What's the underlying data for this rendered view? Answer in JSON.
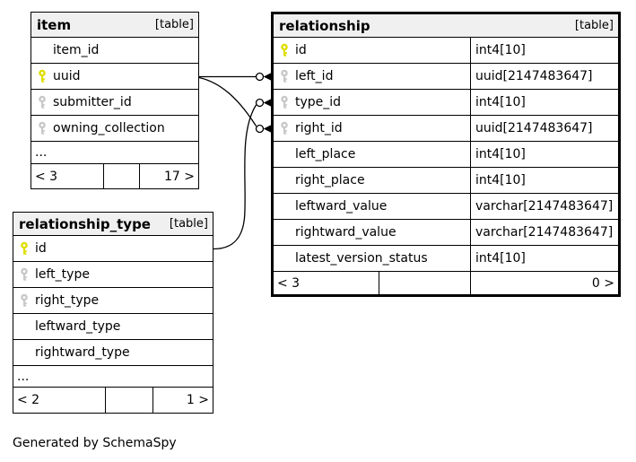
{
  "page": {
    "generated_note": "Generated by SchemaSpy"
  },
  "colors": {
    "primary_key": "#dede00",
    "foreign_key": "#c8c8c8",
    "header_bg": "#f0f0f0",
    "border": "#000000",
    "background": "#ffffff"
  },
  "tables": {
    "item": {
      "name": "item",
      "tag": "[table]",
      "columns": [
        {
          "name": "item_id",
          "key": "none"
        },
        {
          "name": "uuid",
          "key": "pk"
        },
        {
          "name": "submitter_id",
          "key": "fk"
        },
        {
          "name": "owning_collection",
          "key": "fk"
        }
      ],
      "ellipsis": "...",
      "footer": {
        "left": "< 3",
        "middle": "",
        "right": "17 >"
      }
    },
    "relationship": {
      "name": "relationship",
      "tag": "[table]",
      "columns": [
        {
          "name": "id",
          "type": "int4[10]",
          "key": "pk"
        },
        {
          "name": "left_id",
          "type": "uuid[2147483647]",
          "key": "fk"
        },
        {
          "name": "type_id",
          "type": "int4[10]",
          "key": "fk"
        },
        {
          "name": "right_id",
          "type": "uuid[2147483647]",
          "key": "fk"
        },
        {
          "name": "left_place",
          "type": "int4[10]",
          "key": "none"
        },
        {
          "name": "right_place",
          "type": "int4[10]",
          "key": "none"
        },
        {
          "name": "leftward_value",
          "type": "varchar[2147483647]",
          "key": "none"
        },
        {
          "name": "rightward_value",
          "type": "varchar[2147483647]",
          "key": "none"
        },
        {
          "name": "latest_version_status",
          "type": "int4[10]",
          "key": "none"
        }
      ],
      "footer": {
        "left": "< 3",
        "middle": "",
        "right": "0 >"
      }
    },
    "relationship_type": {
      "name": "relationship_type",
      "tag": "[table]",
      "columns": [
        {
          "name": "id",
          "key": "pk"
        },
        {
          "name": "left_type",
          "key": "fk"
        },
        {
          "name": "right_type",
          "key": "fk"
        },
        {
          "name": "leftward_type",
          "key": "none"
        },
        {
          "name": "rightward_type",
          "key": "none"
        }
      ],
      "ellipsis": "...",
      "footer": {
        "left": "< 2",
        "middle": "",
        "right": "1 >"
      }
    }
  },
  "relations": [
    {
      "from": "item.uuid",
      "to": "relationship.left_id"
    },
    {
      "from": "item.uuid",
      "to": "relationship.right_id"
    },
    {
      "from": "relationship_type.id",
      "to": "relationship.type_id"
    }
  ]
}
